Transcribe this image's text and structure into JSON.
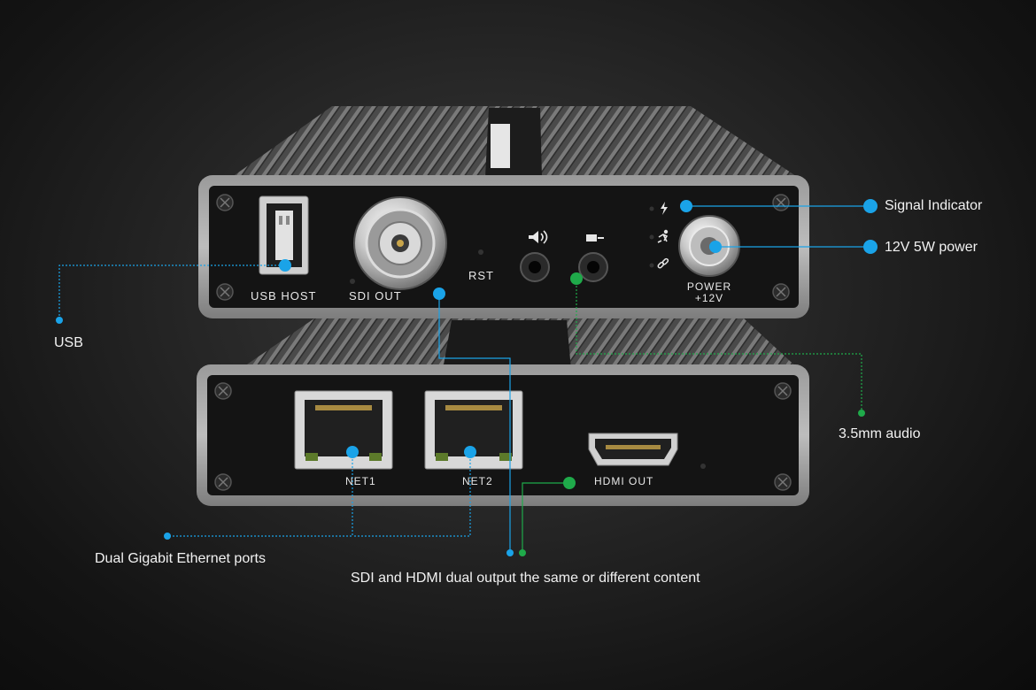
{
  "device": {
    "top_panel": {
      "usb_label": "USB HOST",
      "sdi_label": "SDI OUT",
      "rst_label": "RST",
      "power_label_line1": "POWER",
      "power_label_line2": "+12V"
    },
    "bottom_panel": {
      "net1_label": "NET1",
      "net2_label": "NET2",
      "hdmi_label": "HDMI OUT"
    }
  },
  "callouts": {
    "signal_indicator": "Signal Indicator",
    "power": "12V 5W power",
    "usb": "USB",
    "audio": "3.5mm audio",
    "ethernet": "Dual Gigabit Ethernet ports",
    "dual_output": "SDI and HDMI dual output the same or different content"
  },
  "colors": {
    "blue_marker": "#1aa3e8",
    "green_marker": "#1faa4a",
    "background": "#1a1a1a"
  }
}
